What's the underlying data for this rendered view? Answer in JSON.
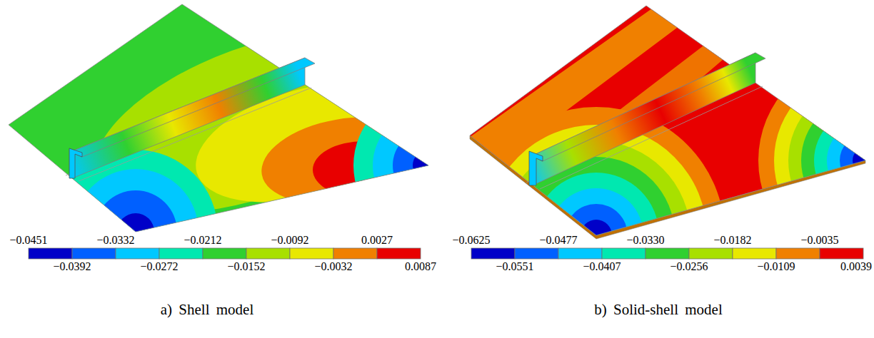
{
  "diagram": {
    "labels": [
      "−0.0451",
      "−0.0392",
      "−0.0332",
      "−0.0272",
      "−0.0212",
      "−0.0152",
      "−0.0092",
      "−0.0032",
      "0.0027",
      "0.0087",
      "a) Shell model",
      "−0.0625",
      "−0.0551",
      "−0.0477",
      "−0.0407",
      "−0.0330",
      "−0.0256",
      "−0.0182",
      "−0.0109",
      "−0.0035",
      "0.0039",
      "b) Solid-shell model"
    ]
  }
}
